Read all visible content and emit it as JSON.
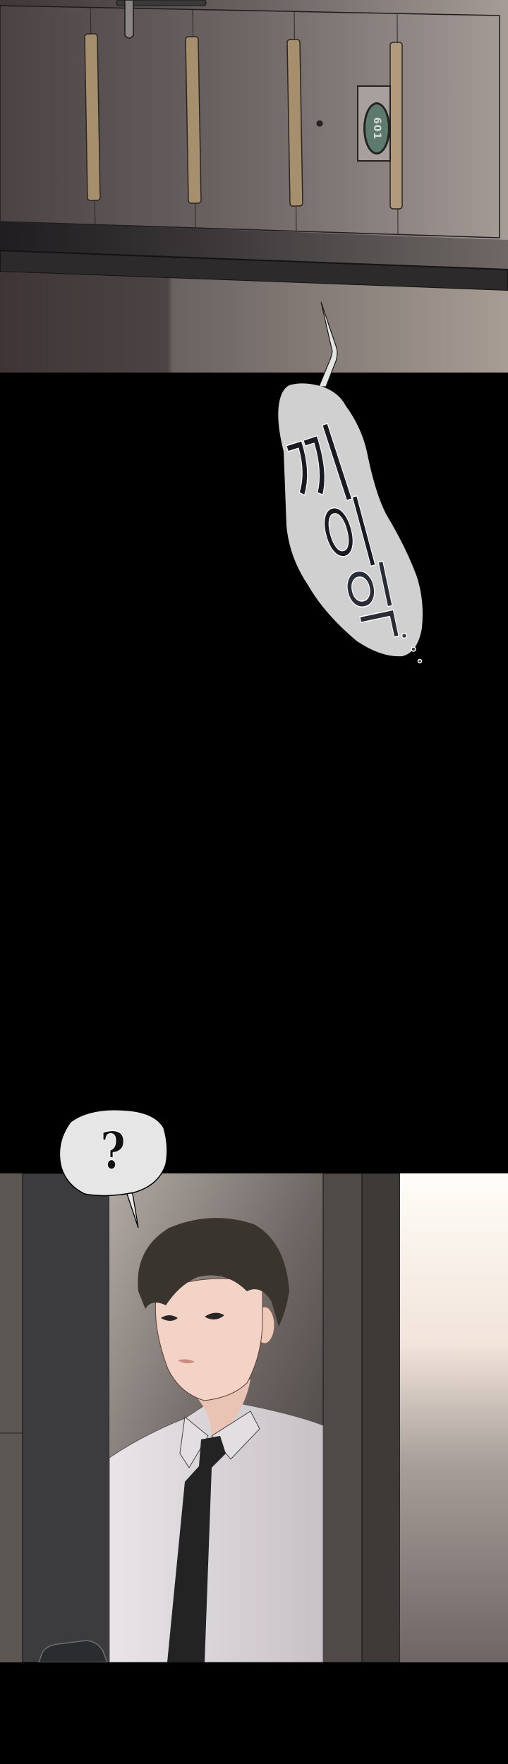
{
  "comic": {
    "panels": [
      {
        "id": "door",
        "description": "Apartment door with vertical handles and room number plate",
        "room_number": "601"
      },
      {
        "id": "sfx",
        "sfx_text": [
          "끼",
          "이",
          "익"
        ],
        "trailing": "..."
      },
      {
        "id": "man",
        "description": "Young man in white shirt and black tie peering out",
        "speech": "?"
      }
    ]
  },
  "colors": {
    "door_dark": "#3f3738",
    "door_light": "#a59c97",
    "handle": "#a58f6c",
    "plate_green": "#5e7a6e",
    "sfx_bubble": "#cfd0cf",
    "speech_bubble": "#e8e8e8",
    "hair": "#3a342e",
    "skin": "#f2d2c4",
    "shirt": "#dcd8db",
    "tie": "#232323"
  }
}
